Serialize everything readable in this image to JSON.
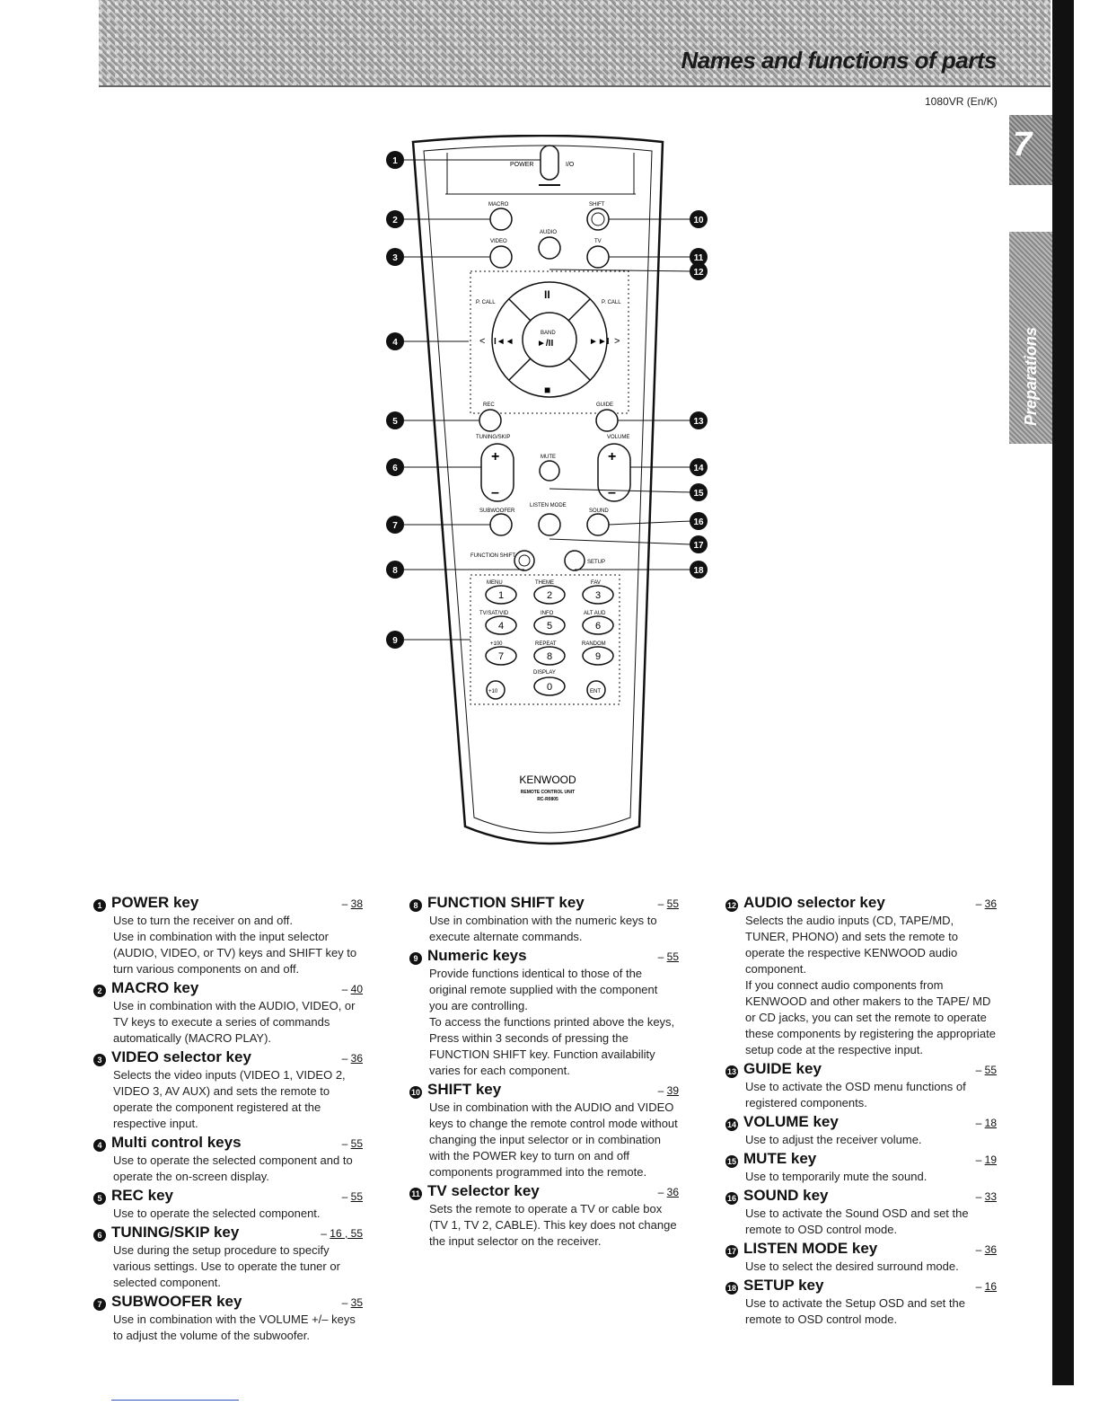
{
  "header": {
    "title": "Names and functions of parts",
    "model_code": "1080VR (En/K)"
  },
  "side_tabs": {
    "chapter_number": "7",
    "section": "Preparations"
  },
  "remote": {
    "labels": {
      "power": "POWER",
      "power_symbol": "I/O",
      "macro": "MACRO",
      "shift": "SHIFT",
      "video": "VIDEO",
      "audio": "AUDIO",
      "tv": "TV",
      "p_call_left": "P. CALL",
      "p_call_right": "P. CALL",
      "pause": "II",
      "band": "BAND",
      "play_pause": "►/II",
      "prev": "I◄◄",
      "next": "►►I",
      "left": "<",
      "right": ">",
      "stop": "■",
      "rec": "REC",
      "guide": "GUIDE",
      "tuning_skip": "TUNING/SKIP",
      "volume": "VOLUME",
      "mute": "MUTE",
      "plus": "+",
      "minus": "–",
      "subwoofer": "SUBWOOFER",
      "listen_mode": "LISTEN MODE",
      "sound": "SOUND",
      "function_shift": "FUNCTION SHIFT",
      "setup": "SETUP",
      "menu": "MENU",
      "theme": "THEME",
      "fav": "FAV",
      "tv_sat_vid": "TV/SAT/VID",
      "info": "INFO",
      "alt_aud": "ALT AUD",
      "plus100": "+100",
      "repeat": "REPEAT",
      "random": "RANDOM",
      "display": "DISPLAY",
      "plus10": "+10",
      "ent": "ENT",
      "brand": "KENWOOD",
      "unit_name": "REMOTE CONTROL UNIT",
      "unit_model": "RC-R0805"
    },
    "digits": [
      "1",
      "2",
      "3",
      "4",
      "5",
      "6",
      "7",
      "8",
      "9",
      "0"
    ],
    "callouts": [
      "1",
      "2",
      "3",
      "4",
      "5",
      "6",
      "7",
      "8",
      "9",
      "10",
      "11",
      "12",
      "13",
      "14",
      "15",
      "16",
      "17",
      "18"
    ]
  },
  "descriptions": {
    "col1": [
      {
        "num": "1",
        "title": "POWER key",
        "ref": "38",
        "body": "Use to turn the receiver on and off.\nUse in combination with the input selector (AUDIO, VIDEO, or TV) keys and SHIFT key to turn various components on and off."
      },
      {
        "num": "2",
        "title": "MACRO key",
        "ref": "40",
        "body": "Use in combination with the AUDIO, VIDEO, or TV keys to execute a series of commands automatically (MACRO PLAY)."
      },
      {
        "num": "3",
        "title": "VIDEO selector key",
        "ref": "36",
        "body": "Selects the video inputs (VIDEO 1, VIDEO 2, VIDEO 3, AV AUX) and sets the remote to operate the component registered at the respective input."
      },
      {
        "num": "4",
        "title": "Multi control keys",
        "ref": "55",
        "body": "Use to operate the selected component and to operate the on-screen display."
      },
      {
        "num": "5",
        "title": "REC key",
        "ref": "55",
        "body": "Use to operate the selected component."
      },
      {
        "num": "6",
        "title": "TUNING/SKIP key",
        "ref": "16 , 55",
        "body": "Use during the setup procedure to specify various settings. Use to operate the tuner or selected component."
      },
      {
        "num": "7",
        "title": "SUBWOOFER key",
        "ref": "35",
        "body": "Use in combination with the VOLUME +/– keys to adjust the volume of the subwoofer."
      }
    ],
    "col2": [
      {
        "num": "8",
        "title": "FUNCTION SHIFT key",
        "ref": "55",
        "body": "Use in combination with the numeric keys to execute alternate commands."
      },
      {
        "num": "9",
        "title": "Numeric keys",
        "ref": "55",
        "body": "Provide functions identical to those of the original remote supplied with the component you are controlling.\nTo access the functions printed above the keys, Press within 3 seconds of pressing the FUNCTION SHIFT key. Function availability varies for each component."
      },
      {
        "num": "10",
        "title": "SHIFT key",
        "ref": "39",
        "body": "Use in combination with the AUDIO and VIDEO keys to change the remote control mode without changing the input selector or in combination with the POWER key to turn on and off components programmed into the remote."
      },
      {
        "num": "11",
        "title": "TV selector key",
        "ref": "36",
        "body": "Sets the remote to operate a TV or cable box (TV 1, TV 2, CABLE). This key does not change the input selector on the receiver."
      }
    ],
    "col3": [
      {
        "num": "12",
        "title": "AUDIO selector key",
        "ref": "36",
        "body": "Selects the audio inputs (CD, TAPE/MD, TUNER, PHONO) and sets the remote to operate the respective KENWOOD audio component.\nIf you connect audio components from KENWOOD and other makers to the TAPE/ MD or CD jacks, you can set the remote to operate these components by registering the appropriate setup code at the respective input."
      },
      {
        "num": "13",
        "title": "GUIDE key",
        "ref": "55",
        "body": "Use to activate the OSD menu functions of registered components."
      },
      {
        "num": "14",
        "title": "VOLUME key",
        "ref": "18",
        "body": "Use to adjust the receiver volume."
      },
      {
        "num": "15",
        "title": "MUTE key",
        "ref": "19",
        "body": "Use to temporarily mute the sound."
      },
      {
        "num": "16",
        "title": "SOUND key",
        "ref": "33",
        "body": "Use to activate the Sound OSD and set the remote to OSD control mode."
      },
      {
        "num": "17",
        "title": "LISTEN MODE key",
        "ref": "36",
        "body": "Use to select the desired surround mode."
      },
      {
        "num": "18",
        "title": "SETUP key",
        "ref": "16",
        "body": "Use to activate the Setup OSD and set the remote to OSD control mode."
      }
    ]
  }
}
